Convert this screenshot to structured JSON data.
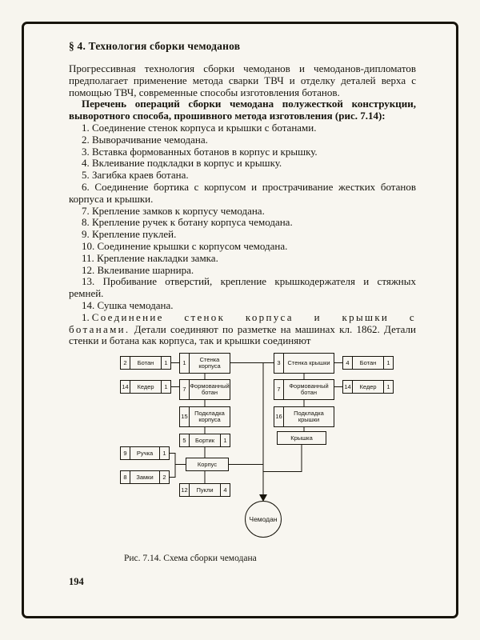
{
  "page": {
    "heading": "§ 4. Технология сборки чемоданов",
    "para1": "Прогрессивная технология сборки чемоданов и чемоданов-дипломатов предполагает применение метода сварки ТВЧ и отделку деталей верха с помощью ТВЧ, современные способы изготовления ботанов.",
    "para2": "Перечень операций сборки чемодана полужесткой конструкции, выворотного способа, прошивного метода изготовления (рис. 7.14):",
    "operations": [
      "1. Соединение стенок корпуса и крышки с ботанами.",
      "2. Выворачивание чемодана.",
      "3. Вставка формованных ботанов в корпус и крышку.",
      "4. Вклеивание подкладки в корпус и крышку.",
      "5. Загибка краев ботана.",
      "6. Соединение бортика с корпусом и прострачивание жестких ботанов корпуса и крышки.",
      "7. Крепление замков к корпусу чемодана.",
      "8. Крепление ручек к ботану корпуса чемодана.",
      "9. Крепление пуклей.",
      "10. Соединение крышки с корпусом чемодана.",
      "11. Крепление накладки замка.",
      "12. Вклеивание шарнира.",
      "13. Пробивание отверстий, крепление крышкодержателя и стяжных ремней.",
      "14. Сушка чемодана."
    ],
    "para3_num": "1.",
    "para3_spaced": "Соединение стенок корпуса и крышки с ботанами.",
    "para3_rest": "Детали соединяют по разметке на машинах кл. 1862. Детали стенки и ботана как корпуса, так и крышки соединяют",
    "caption": "Рис. 7.14. Схема сборки чемодана",
    "number": "194"
  },
  "diagram": {
    "boxes": {
      "botan_l": {
        "pre": "2",
        "label": "Ботан",
        "post": "1"
      },
      "keder_l": {
        "pre": "14",
        "label": "Кедер",
        "post": "1"
      },
      "stenka_korpusa": {
        "pre": "1",
        "label": "Стенка корпуса"
      },
      "form_botan_l": {
        "pre": "7",
        "label": "Формованный ботан"
      },
      "podkladka_korpusa": {
        "pre": "15",
        "label": "Подкладка корпуса"
      },
      "bortik": {
        "pre": "5",
        "label": "Бортик",
        "post": "1"
      },
      "ruchka": {
        "pre": "9",
        "label": "Ручка",
        "post": "1"
      },
      "korpus": {
        "label": "Корпус"
      },
      "zamki": {
        "pre": "8",
        "label": "Замки",
        "post": "2"
      },
      "pukli": {
        "pre": "12",
        "label": "Пукли",
        "post": "4"
      },
      "stenka_kryshki": {
        "pre": "3",
        "label": "Стенка крышки"
      },
      "form_botan_r": {
        "pre": "7",
        "label": "Формованный ботан"
      },
      "podkladka_kryshki": {
        "pre": "16",
        "label": "Подкладка крышки"
      },
      "kryshka": {
        "label": "Крышка"
      },
      "botan_r": {
        "pre": "4",
        "label": "Ботан",
        "post": "1"
      },
      "keder_r": {
        "pre": "14",
        "label": "Кедер",
        "post": "1"
      },
      "final": {
        "label": "Чемодан"
      }
    }
  }
}
